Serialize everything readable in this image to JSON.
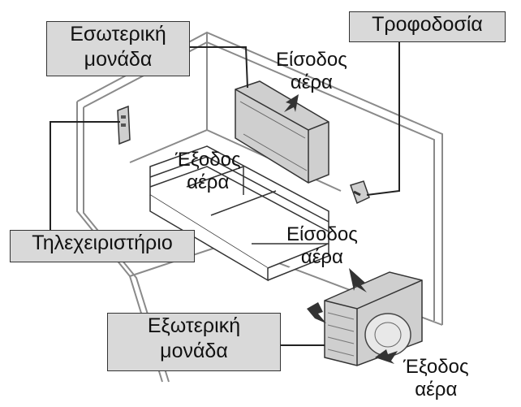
{
  "labels": {
    "indoor_unit": [
      "Εσωτερική",
      "μονάδα"
    ],
    "power_supply": "Τροφοδοσία",
    "remote_control": "Τηλεχειριστήριο",
    "outdoor_unit": [
      "Εξωτερική",
      "μονάδα"
    ],
    "air_inlet_indoor": [
      "Είσοδος",
      "αέρα"
    ],
    "air_outlet_indoor": [
      "Έξοδος",
      "αέρα"
    ],
    "air_inlet_outdoor": [
      "Είσοδος",
      "αέρα"
    ],
    "air_outlet_outdoor": [
      "Έξοδος",
      "αέρα"
    ]
  },
  "colors": {
    "box_fill": "#d9d9d9",
    "line": "#222222",
    "wall_outline": "#8a8a8a",
    "unit_body": "#cfcfcf"
  }
}
